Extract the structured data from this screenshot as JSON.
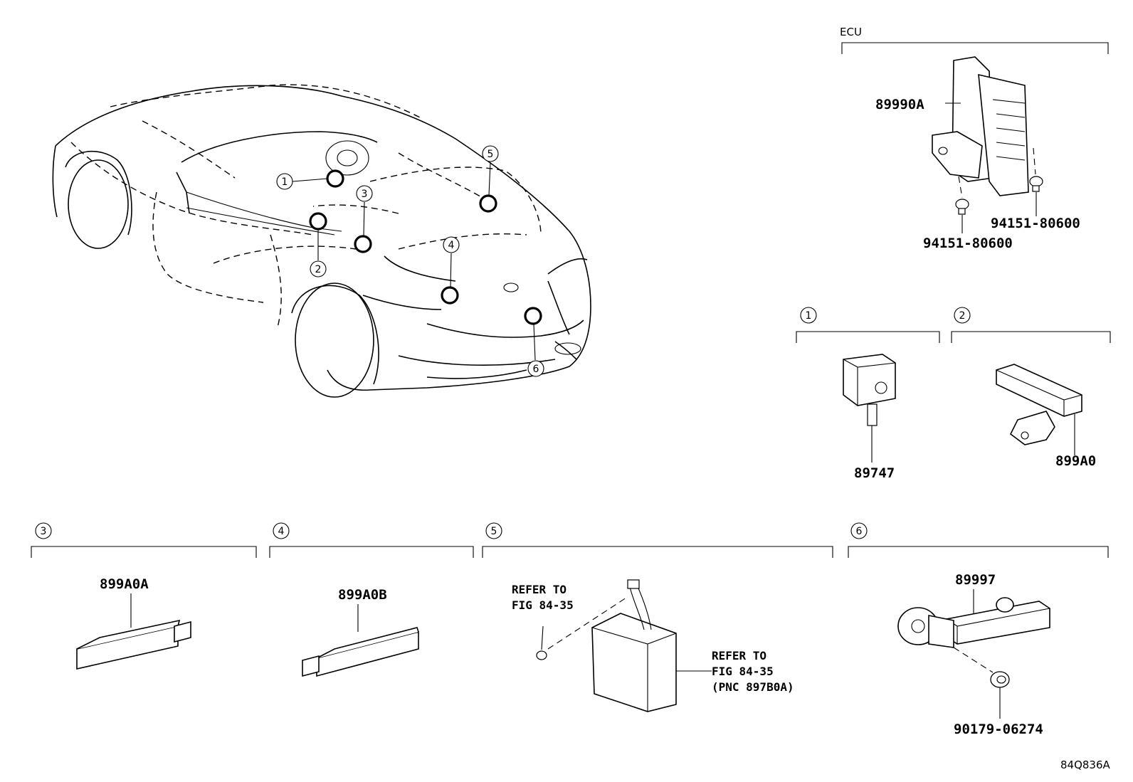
{
  "diagram_id": "84Q836A",
  "ecu": {
    "label": "ECU",
    "part": "89990A",
    "bolt_left": "94151-80600",
    "bolt_right": "94151-80600"
  },
  "sections": [
    {
      "num": "1",
      "part": "89747"
    },
    {
      "num": "2",
      "part": "899A0"
    },
    {
      "num": "3",
      "part": "899A0A"
    },
    {
      "num": "4",
      "part": "899A0B"
    },
    {
      "num": "5",
      "refer1": "REFER TO",
      "refer2": "FIG 84-35",
      "refer3": "REFER TO",
      "refer4": "FIG 84-35",
      "refer5": "(PNC 897B0A)"
    },
    {
      "num": "6",
      "part": "89997",
      "clip": "90179-06274"
    }
  ],
  "car_callouts": [
    "1",
    "2",
    "3",
    "4",
    "5",
    "6"
  ]
}
